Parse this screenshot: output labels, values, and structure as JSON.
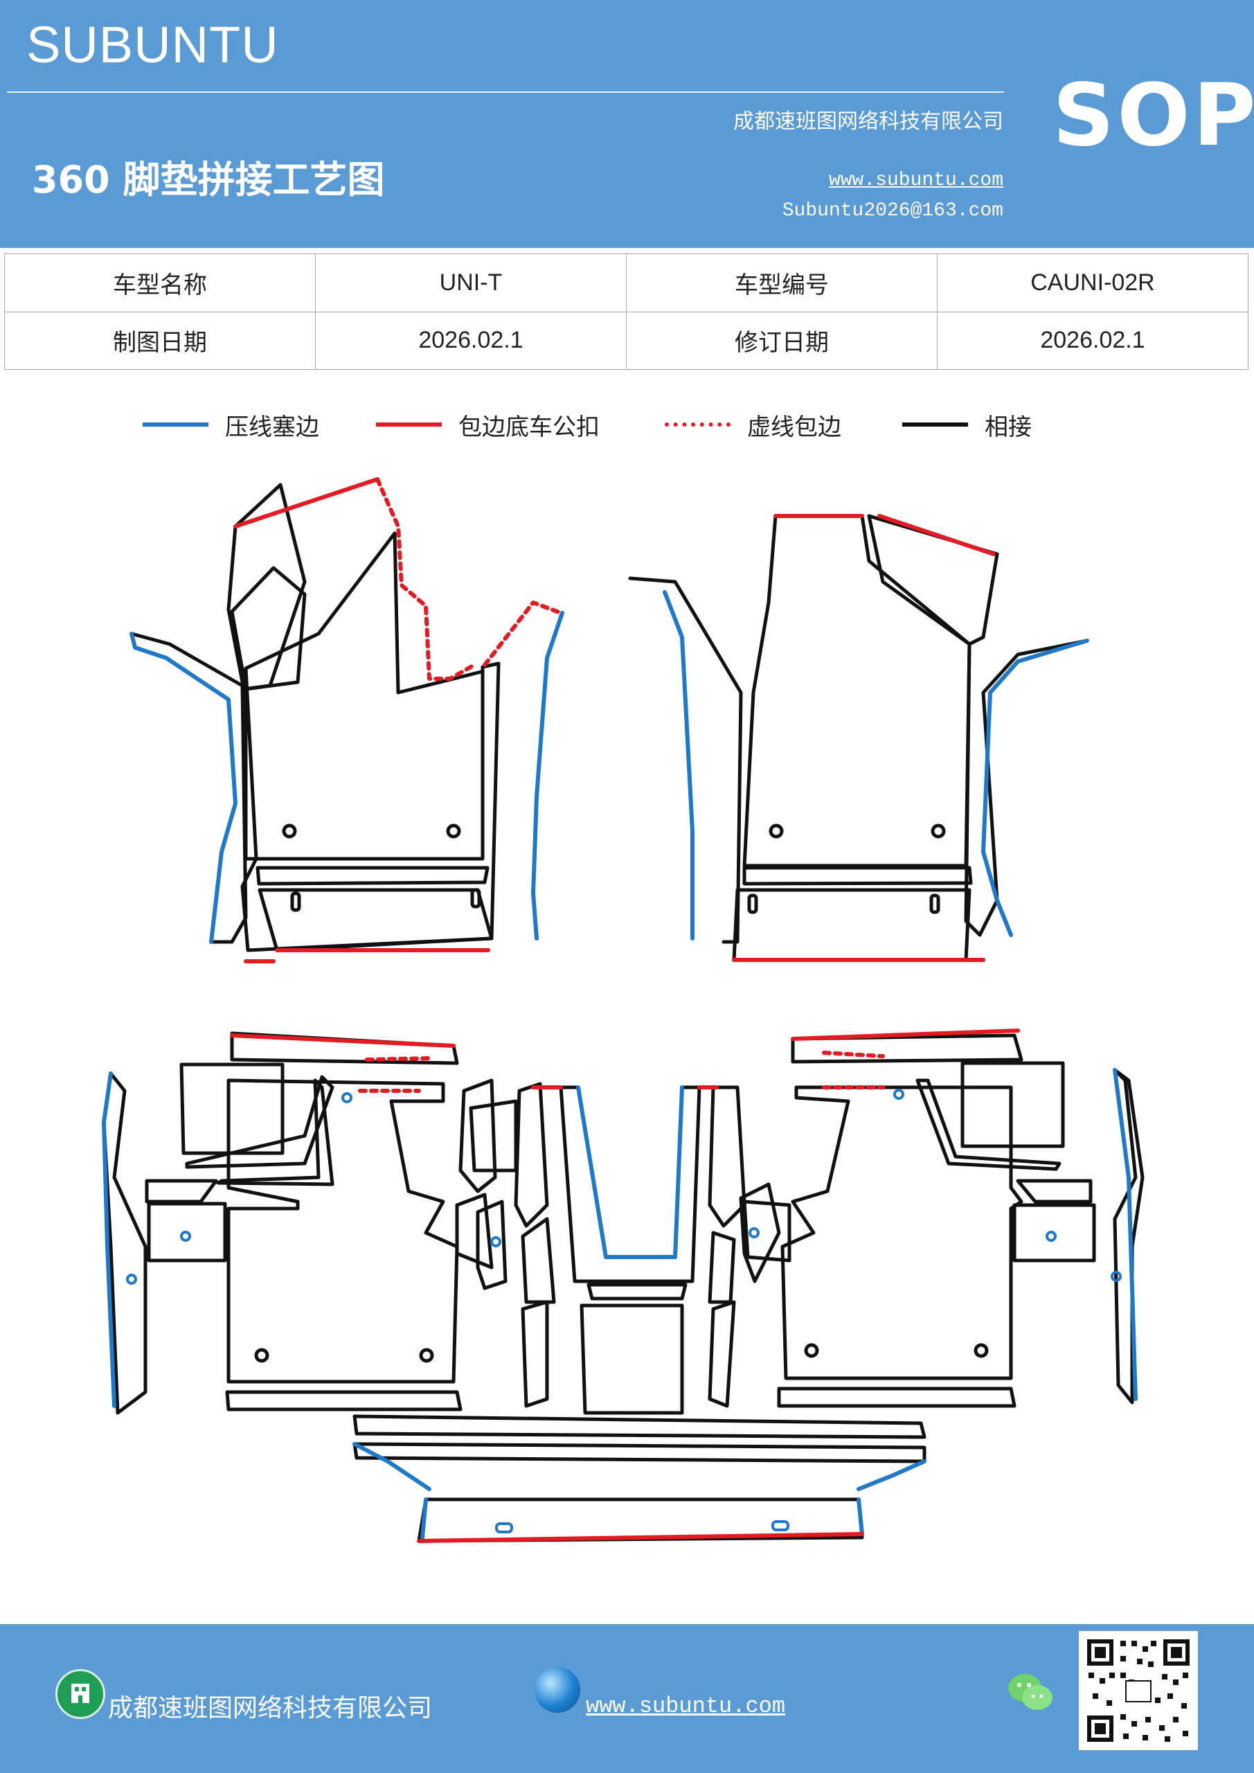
{
  "header": {
    "brand": "SUBUNTU",
    "badge": "SOP",
    "company": "成都速班图网络科技有限公司",
    "title": "360 脚垫拼接工艺图",
    "website": "www.subuntu.com",
    "email": "Subuntu2026@163.com"
  },
  "info_table": {
    "rows": [
      {
        "label1": "车型名称",
        "value1": "UNI-T",
        "label2": "车型编号",
        "value2": "CAUNI-02R"
      },
      {
        "label1": "制图日期",
        "value1": "2026.02.1",
        "label2": "修订日期",
        "value2": "2026.02.1"
      }
    ]
  },
  "legend": [
    {
      "label": "压线塞边",
      "color": "#1f78c8",
      "style": "solid"
    },
    {
      "label": "包边底车公扣",
      "color": "#e31b23",
      "style": "solid"
    },
    {
      "label": "虚线包边",
      "color": "#e31b23",
      "style": "dotted"
    },
    {
      "label": "相接",
      "color": "#111111",
      "style": "solid"
    }
  ],
  "colors": {
    "header_bg": "#5b9bd5",
    "blue_edge": "#1f78c8",
    "red_edge": "#e31b23",
    "black_edge": "#111111"
  },
  "footer": {
    "company": "成都速班图网络科技有限公司",
    "website": "www.subuntu.com",
    "icons": [
      "building-icon",
      "globe-icon",
      "wechat-icon",
      "qr-code"
    ]
  }
}
